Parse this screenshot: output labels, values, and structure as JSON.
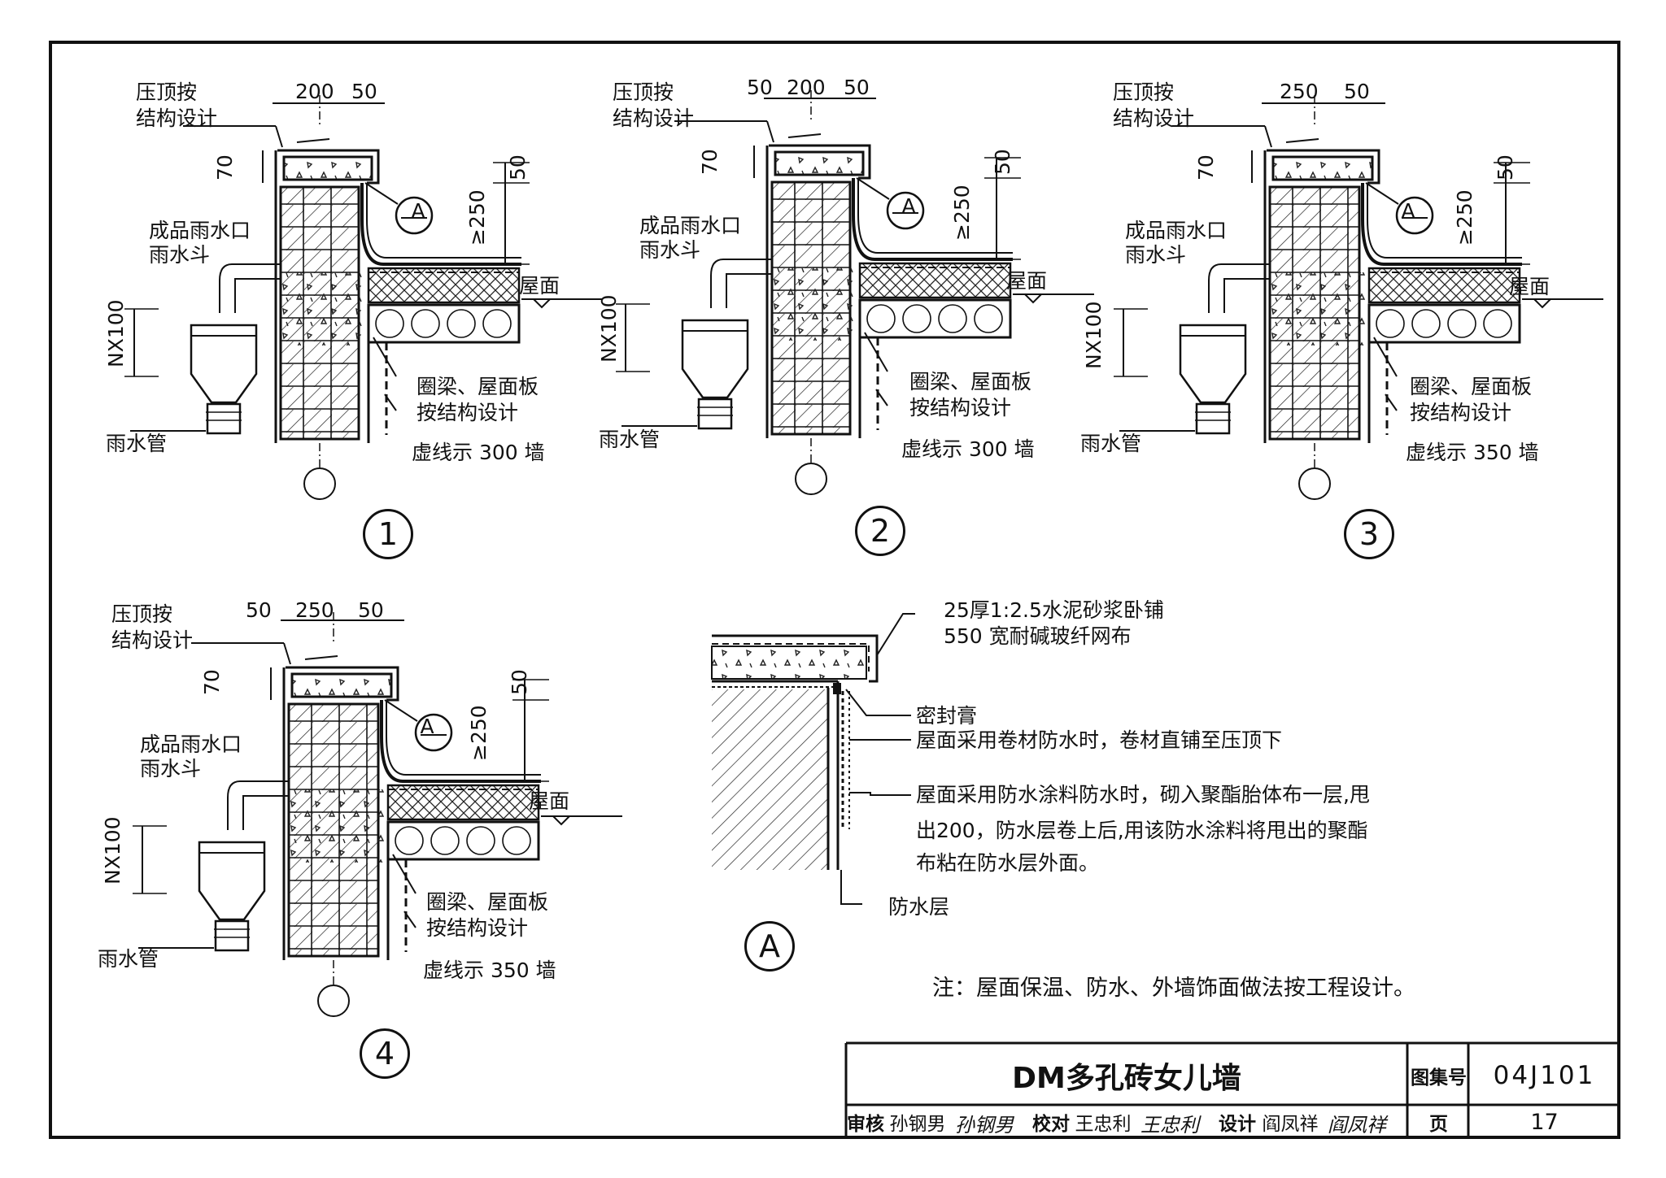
{
  "details": [
    {
      "id": "1",
      "coping_note": [
        "压顶按",
        "结构设计"
      ],
      "dims_top": [
        "200",
        "50"
      ],
      "dim_70": "70",
      "dim_50": "50",
      "dim_250": "≥250",
      "dim_nx": "NX100",
      "outlet_label": [
        "成品雨水口",
        "雨水斗"
      ],
      "detail_ref": "A",
      "roof_label": "屋面",
      "beam_label": [
        "圈梁、屋面板",
        "按结构设计"
      ],
      "pipe_label": "雨水管",
      "wall_label": "虚线示 300 墙"
    },
    {
      "id": "2",
      "coping_note": [
        "压顶按",
        "结构设计"
      ],
      "dims_top": [
        "50",
        "200",
        "50"
      ],
      "dim_70": "70",
      "dim_50": "50",
      "dim_250": "≥250",
      "dim_nx": "NX100",
      "outlet_label": [
        "成品雨水口",
        "雨水斗"
      ],
      "detail_ref": "A",
      "roof_label": "屋面",
      "beam_label": [
        "圈梁、屋面板",
        "按结构设计"
      ],
      "pipe_label": "雨水管",
      "wall_label": "虚线示 300 墙"
    },
    {
      "id": "3",
      "coping_note": [
        "压顶按",
        "结构设计"
      ],
      "dims_top": [
        "250",
        "50"
      ],
      "dim_70": "70",
      "dim_50": "50",
      "dim_250": "≥250",
      "dim_nx": "NX100",
      "outlet_label": [
        "成品雨水口",
        "雨水斗"
      ],
      "detail_ref": "A",
      "roof_label": "屋面",
      "beam_label": [
        "圈梁、屋面板",
        "按结构设计"
      ],
      "pipe_label": "雨水管",
      "wall_label": "虚线示 350 墙"
    },
    {
      "id": "4",
      "coping_note": [
        "压顶按",
        "结构设计"
      ],
      "dims_top": [
        "50",
        "250",
        "50"
      ],
      "dim_70": "70",
      "dim_50": "50",
      "dim_250": "≥250",
      "dim_nx": "NX100",
      "outlet_label": [
        "成品雨水口",
        "雨水斗"
      ],
      "detail_ref": "A",
      "roof_label": "屋面",
      "beam_label": [
        "圈梁、屋面板",
        "按结构设计"
      ],
      "pipe_label": "雨水管",
      "wall_label": "虚线示 350 墙"
    }
  ],
  "detail_a": {
    "id": "A",
    "notes": [
      "25厚1:2.5水泥砂浆卧铺",
      "550 宽耐碱玻纤网布",
      "密封膏",
      "屋面采用卷材防水时，卷材直铺至压顶下",
      "屋面采用防水涂料防水时，砌入聚酯胎体布一层,甩",
      "出200，防水层卷上后,用该防水涂料将甩出的聚酯",
      "布粘在防水层外面。",
      "防水层"
    ]
  },
  "footnote": "注：屋面保温、防水、外墙饰面做法按工程设计。",
  "title_block": {
    "title": "DM多孔砖女儿墙",
    "atlas_label": "图集号",
    "atlas_no": "04J101",
    "review_label": "审核",
    "reviewer": "孙钢男",
    "reviewer_sig": "孙钢男",
    "check_label": "校对",
    "checker": "王忠利",
    "checker_sig": "王忠利",
    "design_label": "设计",
    "designer": "阎凤祥",
    "designer_sig": "阎凤祥",
    "page_label": "页",
    "page_no": "17"
  }
}
